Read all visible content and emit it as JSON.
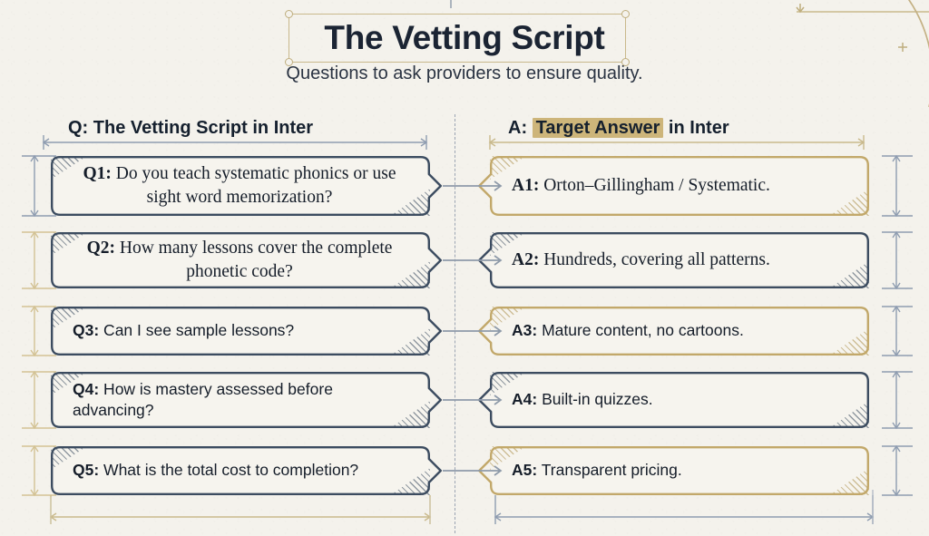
{
  "page": {
    "title": "The Vetting Script",
    "subtitle": "Questions to ask providers to ensure quality.",
    "background_color": "#f4f2ec",
    "accent_gold": "#c2a86a",
    "accent_dark": "#3c4c60",
    "highlight_color": "#cdb57a"
  },
  "columns": {
    "question": {
      "prefix": "Q: ",
      "label": "The Vetting Script",
      "suffix": " in Inter",
      "highlighted": false
    },
    "answer": {
      "prefix": "A: ",
      "label": "Target Answer",
      "suffix": " in Inter",
      "highlighted": true
    }
  },
  "rows": [
    {
      "question": {
        "id": "Q1:",
        "text": " Do you teach systematic phonics or use sight word memorization?",
        "font": "serif",
        "border_color": "#3c4c60",
        "align": "center"
      },
      "answer": {
        "id": "A1:",
        "text": " Orton–Gillingham / Systematic.",
        "font": "serif",
        "border_color": "#c2a86a",
        "align": "left"
      },
      "connector_color": "#8e9aa9"
    },
    {
      "question": {
        "id": "Q2:",
        "text": " How many lessons cover the complete phonetic code?",
        "font": "serif",
        "border_color": "#3c4c60",
        "align": "center"
      },
      "answer": {
        "id": "A2:",
        "text": " Hundreds, covering all patterns.",
        "font": "serif",
        "border_color": "#3c4c60",
        "align": "left"
      },
      "connector_color": "#8e9aa9"
    },
    {
      "question": {
        "id": "Q3:",
        "text": " Can I see sample lessons?",
        "font": "sans",
        "border_color": "#3c4c60",
        "align": "left"
      },
      "answer": {
        "id": "A3:",
        "text": " Mature content, no cartoons.",
        "font": "sans",
        "border_color": "#c2a86a",
        "align": "left"
      },
      "connector_color": "#8e9aa9"
    },
    {
      "question": {
        "id": "Q4:",
        "text": " How is mastery assessed before advancing?",
        "font": "sans",
        "border_color": "#3c4c60",
        "align": "left"
      },
      "answer": {
        "id": "A4:",
        "text": " Built-in quizzes.",
        "font": "sans",
        "border_color": "#3c4c60",
        "align": "left"
      },
      "connector_color": "#8e9aa9"
    },
    {
      "question": {
        "id": "Q5:",
        "text": " What is the total cost to completion?",
        "font": "sans",
        "border_color": "#3c4c60",
        "align": "left"
      },
      "answer": {
        "id": "A5:",
        "text": " Transparent pricing.",
        "font": "sans",
        "border_color": "#c2a86a",
        "align": "left"
      },
      "connector_color": "#8e9aa9"
    }
  ],
  "annotations": {
    "left_dimension_colors": [
      "#8e9cb0",
      "#d3c294",
      "#d3c294",
      "#d3c294",
      "#d3c294"
    ],
    "right_dimension_colors": [
      "#8e9cb0",
      "#8e9cb0",
      "#8e9cb0",
      "#8e9cb0",
      "#8e9cb0"
    ],
    "bottom_left_dimension_color": "#c9b98c",
    "bottom_right_dimension_color": "#8e9cb0",
    "header_rule_color": "#c9b98c",
    "divider_style": "dashed",
    "corner_marker": "+"
  }
}
